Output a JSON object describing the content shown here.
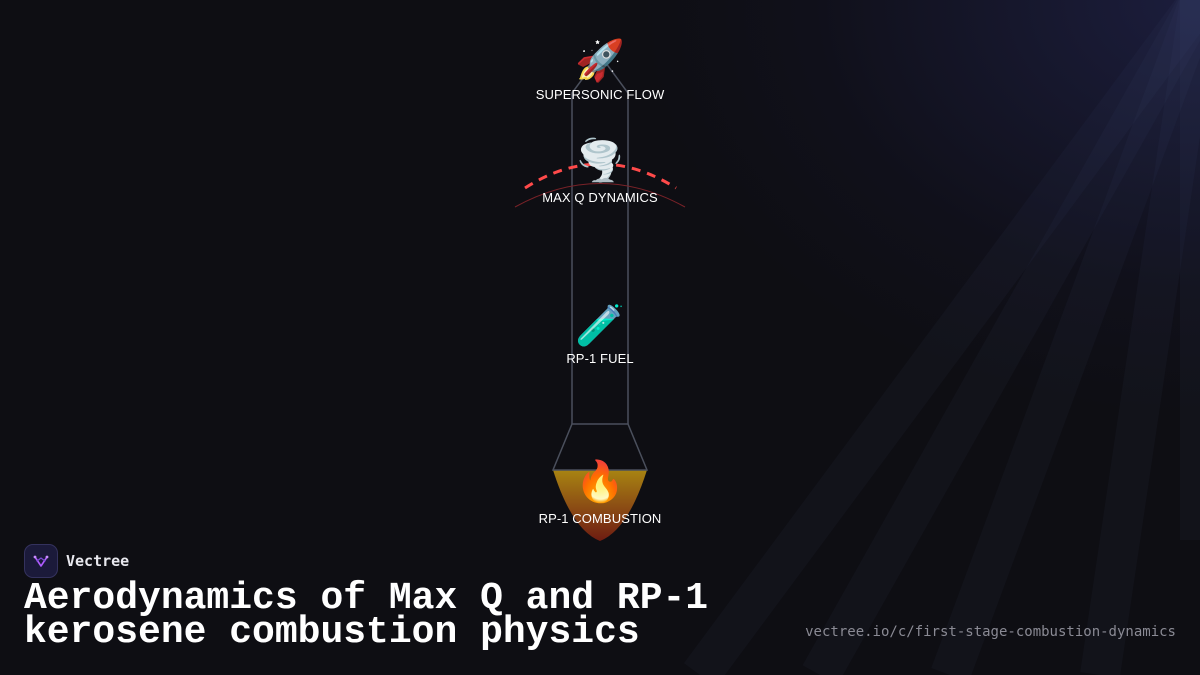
{
  "brand": {
    "name": "Vectree"
  },
  "title": {
    "line1": "Aerodynamics of Max Q and RP-1",
    "line2": "kerosene combustion physics"
  },
  "url": "vectree.io/c/first-stage-combustion-dynamics",
  "stages": {
    "supersonic": {
      "label": "SUPERSONIC FLOW",
      "icon": "🚀",
      "icon_name": "rocket-icon"
    },
    "maxq": {
      "label": "MAX Q DYNAMICS",
      "icon": "🌪️",
      "icon_name": "tornado-icon"
    },
    "fuel": {
      "label": "RP-1 FUEL",
      "icon": "🧪",
      "icon_name": "test-tube-icon"
    },
    "combustion": {
      "label": "RP-1 COMBUSTION",
      "icon": "🔥",
      "icon_name": "fire-icon"
    }
  },
  "colors": {
    "background": "#0e0e13",
    "outline": "#4a4f5c",
    "shockwave": "#ff4a4a",
    "flame_top": "#a88412",
    "flame_bottom": "#7a1e14",
    "brand_accent": "#b05cff"
  }
}
